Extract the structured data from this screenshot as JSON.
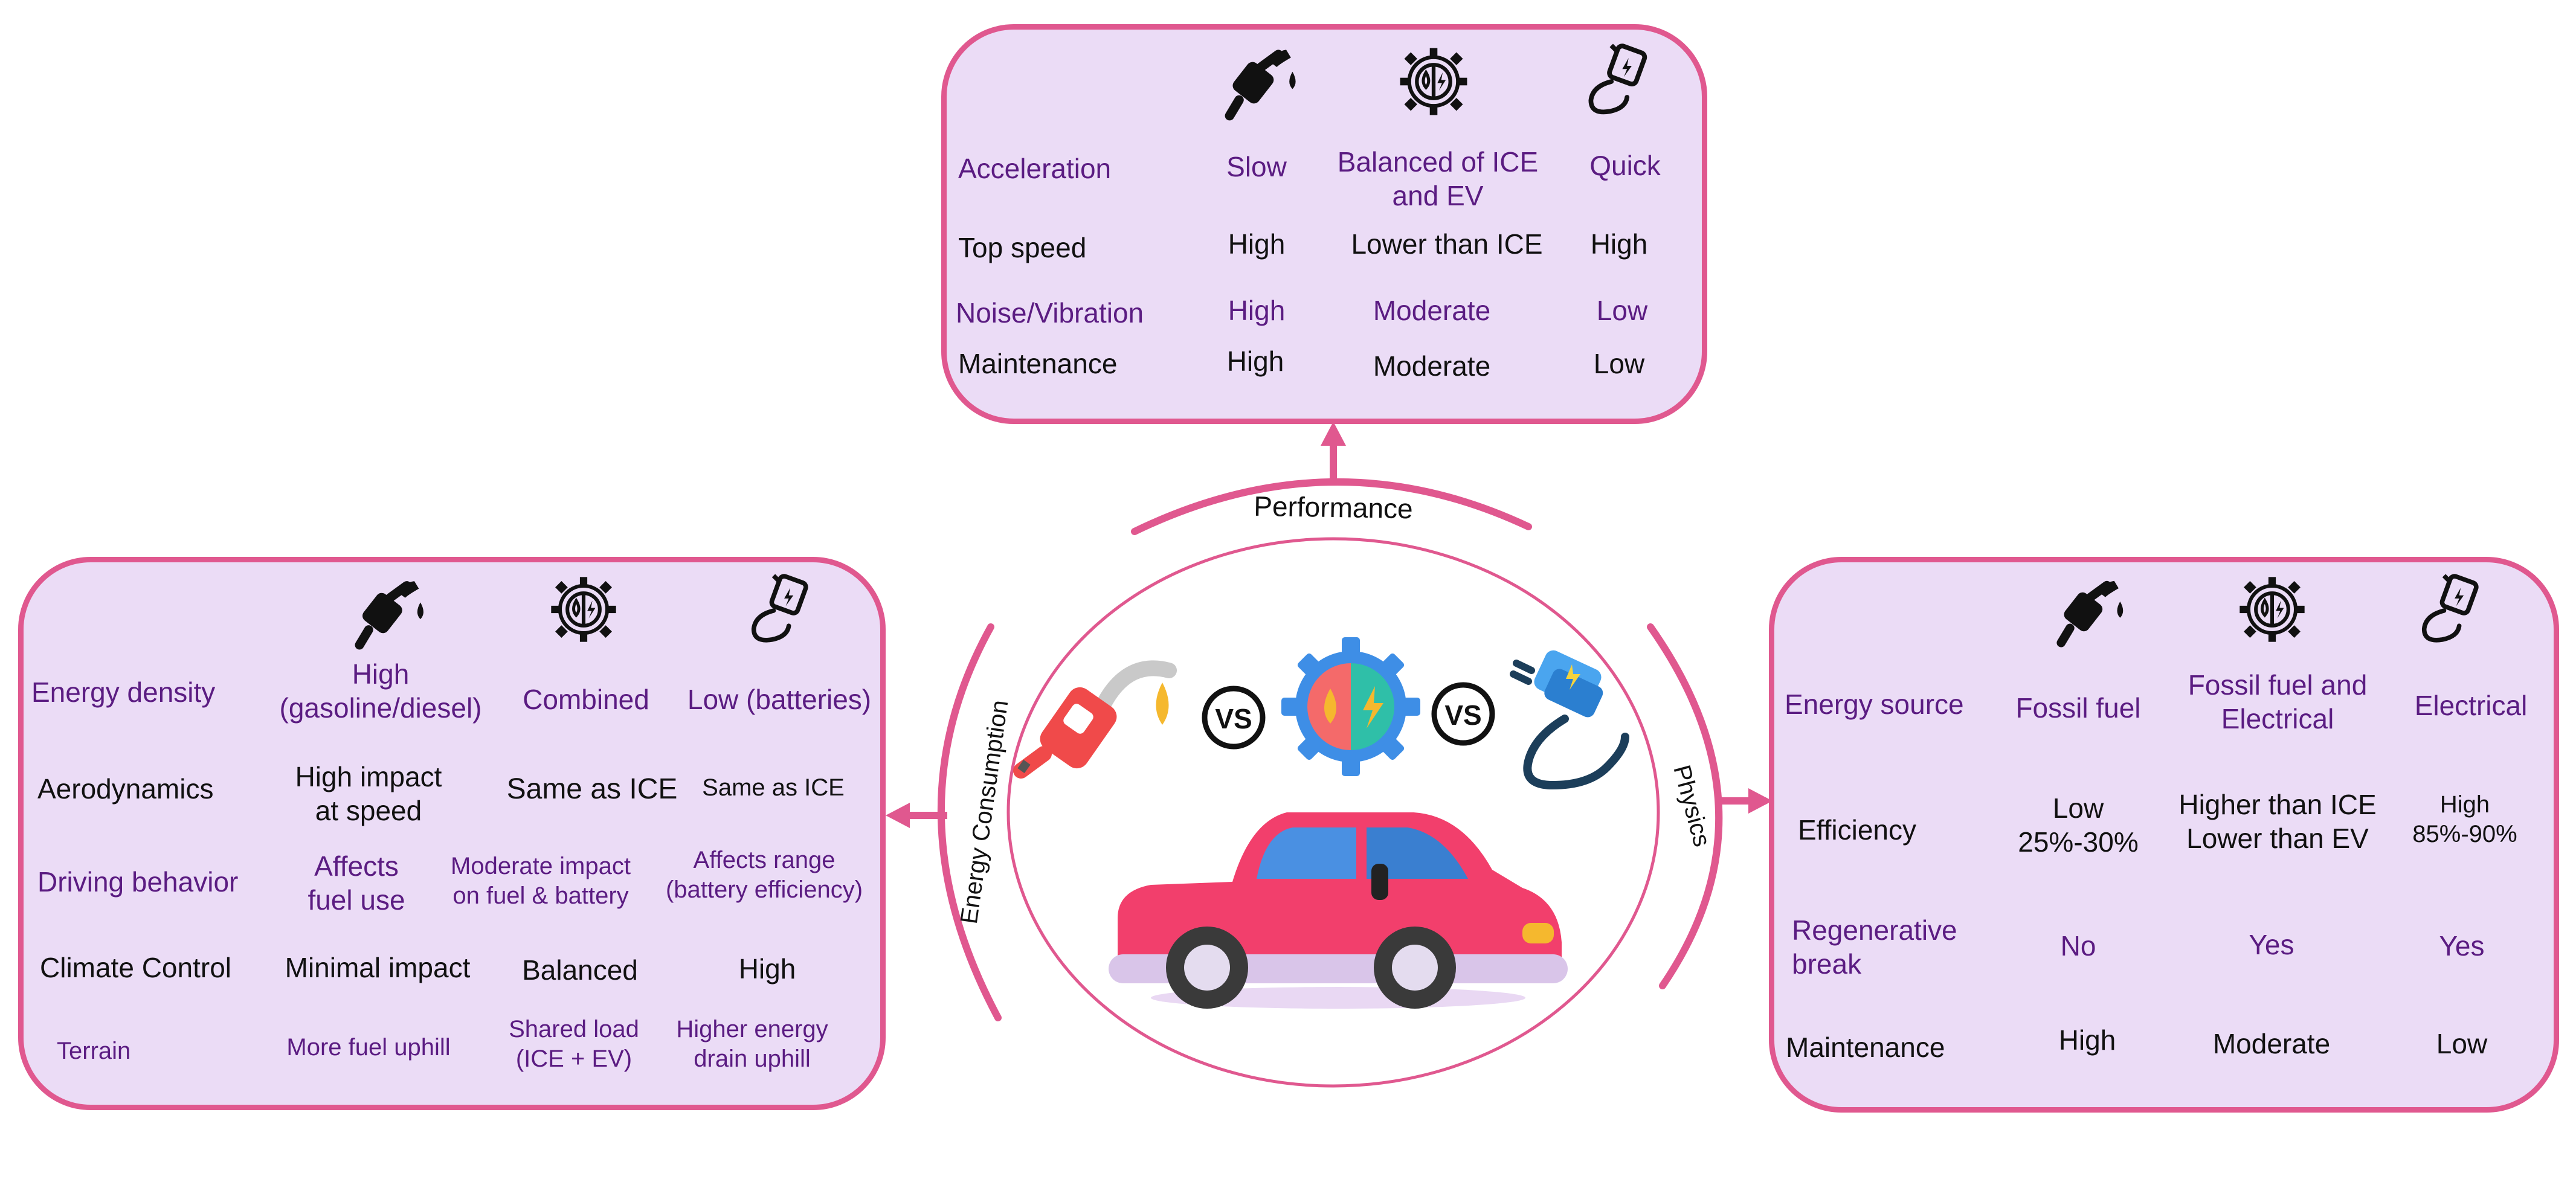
{
  "colors": {
    "panel_fill": "#ebdcf6",
    "panel_border": "#e0588f",
    "label_purple": "#5b1c82",
    "text_black": "#111111",
    "car_body": "#f23f6c",
    "car_window": "#4a90e2"
  },
  "icons": {
    "ice": "fuel-pump-nozzle-icon",
    "hybrid": "gear-fuel-electric-icon",
    "ev": "ev-charging-plug-icon"
  },
  "performance": {
    "arc_label": "Performance",
    "rows": [
      {
        "label": "Acceleration",
        "ice": "Slow",
        "hybrid": "Balanced of ICE\nand EV",
        "ev": "Quick"
      },
      {
        "label": "Top speed",
        "ice": "High",
        "hybrid": "Lower than ICE",
        "ev": "High"
      },
      {
        "label": "Noise/Vibration",
        "ice": "High",
        "hybrid": "Moderate",
        "ev": "Low"
      },
      {
        "label": "Maintenance",
        "ice": "High",
        "hybrid": "Moderate",
        "ev": "Low"
      }
    ]
  },
  "energy": {
    "arc_label": "Energy Consumption",
    "rows": [
      {
        "label": "Energy density",
        "ice": "High\n(gasoline/diesel)",
        "hybrid": "Combined",
        "ev": "Low (batteries)"
      },
      {
        "label": "Aerodynamics",
        "ice": "High impact\nat speed",
        "hybrid": "Same as ICE",
        "ev": "Same as ICE"
      },
      {
        "label": "Driving behavior",
        "ice": "Affects\nfuel use",
        "hybrid": "Moderate impact\non fuel & battery",
        "ev": "Affects range\n(battery efficiency)"
      },
      {
        "label": "Climate Control",
        "ice": "Minimal impact",
        "hybrid": "Balanced",
        "ev": "High"
      },
      {
        "label": "Terrain",
        "ice": "More fuel uphill",
        "hybrid": "Shared load\n(ICE + EV)",
        "ev": "Higher energy\ndrain uphill"
      }
    ]
  },
  "physics": {
    "arc_label": "Physics",
    "rows": [
      {
        "label": "Energy source",
        "ice": "Fossil fuel",
        "hybrid": "Fossil fuel and\nElectrical",
        "ev": "Electrical"
      },
      {
        "label": "Efficiency",
        "ice": "Low\n25%-30%",
        "hybrid": "Higher than ICE\nLower than EV",
        "ev": "High\n85%-90%"
      },
      {
        "label": "Regenerative\nbreak",
        "ice": "No",
        "hybrid": "Yes",
        "ev": "Yes"
      },
      {
        "label": "Maintenance",
        "ice": "High",
        "hybrid": "Moderate",
        "ev": "Low"
      }
    ]
  },
  "center": {
    "vs_1": "VS",
    "vs_2": "VS"
  }
}
